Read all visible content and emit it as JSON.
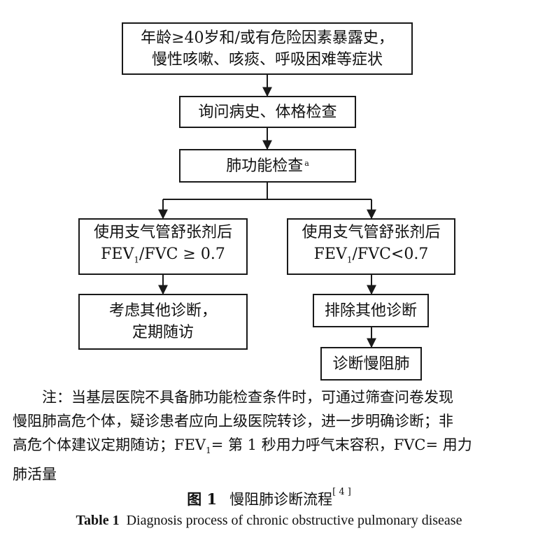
{
  "flowchart": {
    "node_start": [
      "年龄≥40岁和/或有危险因素暴露史，",
      "慢性咳嗽、咳痰、呼吸困难等症状"
    ],
    "node_history": "询问病史、体格检查",
    "node_pft": "肺功能检查",
    "node_pft_note": "a",
    "node_left_1": "使用支气管舒张剂后",
    "node_left_fev": "FEV",
    "node_left_sub": "1",
    "node_left_ratio": "/FVC ≥ 0.7",
    "node_right_1": "使用支气管舒张剂后",
    "node_right_fev": "FEV",
    "node_right_sub": "1",
    "node_right_ratio": "/FVC<0.7",
    "node_consider": [
      "考虑其他诊断，",
      "定期随访"
    ],
    "node_exclude": "排除其他诊断",
    "node_diagnose": "诊断慢阻肺"
  },
  "note": {
    "lines": [
      "注：当基层医院不具备肺功能检查条件时，可通过筛查问卷发现",
      "慢阻肺高危个体，疑诊患者应向上级医院转诊，进一步明确诊断；非",
      "高危个体建议定期随访；FEV",
      "1",
      "= 第 1 秒用力呼气末容积，FVC= 用力",
      "肺活量"
    ]
  },
  "caption": {
    "cn_label": "图 1",
    "cn_title": "慢阻肺诊断流程",
    "cn_ref": "[ 4 ]",
    "en_label": "Table 1",
    "en_title": "Diagnosis process of chronic obstructive pulmonary disease"
  }
}
